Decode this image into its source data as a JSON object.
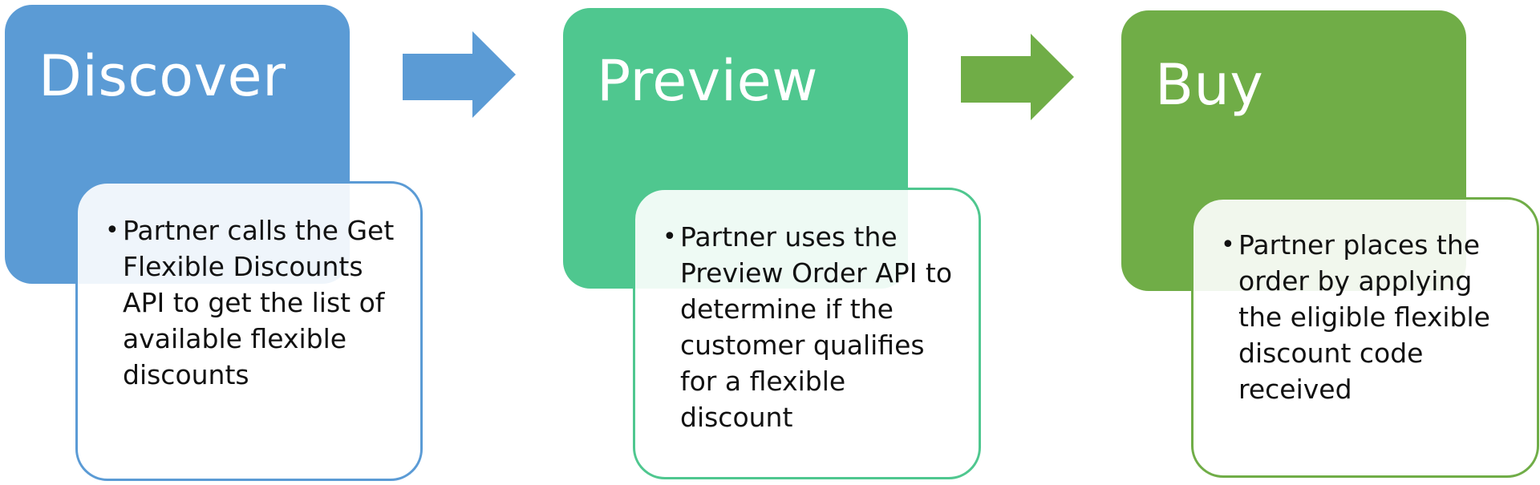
{
  "steps": [
    {
      "title": "Discover",
      "color": "#5b9bd5",
      "border_color": "#5b9bd5",
      "description": "Partner calls the Get Flexible Discounts API to get the list of available flexible discounts"
    },
    {
      "title": "Preview",
      "color": "#4fc78f",
      "border_color": "#4fc78f",
      "description": "Partner uses the Preview Order API to determine if the customer qualifies for a flexible discount"
    },
    {
      "title": "Buy",
      "color": "#70ad47",
      "border_color": "#70ad47",
      "description": "Partner places the order by applying the eligible flexible discount code received"
    }
  ],
  "arrows": [
    {
      "color": "#5b9bd5"
    },
    {
      "color": "#70ad47"
    }
  ],
  "bullet_glyph": "•"
}
